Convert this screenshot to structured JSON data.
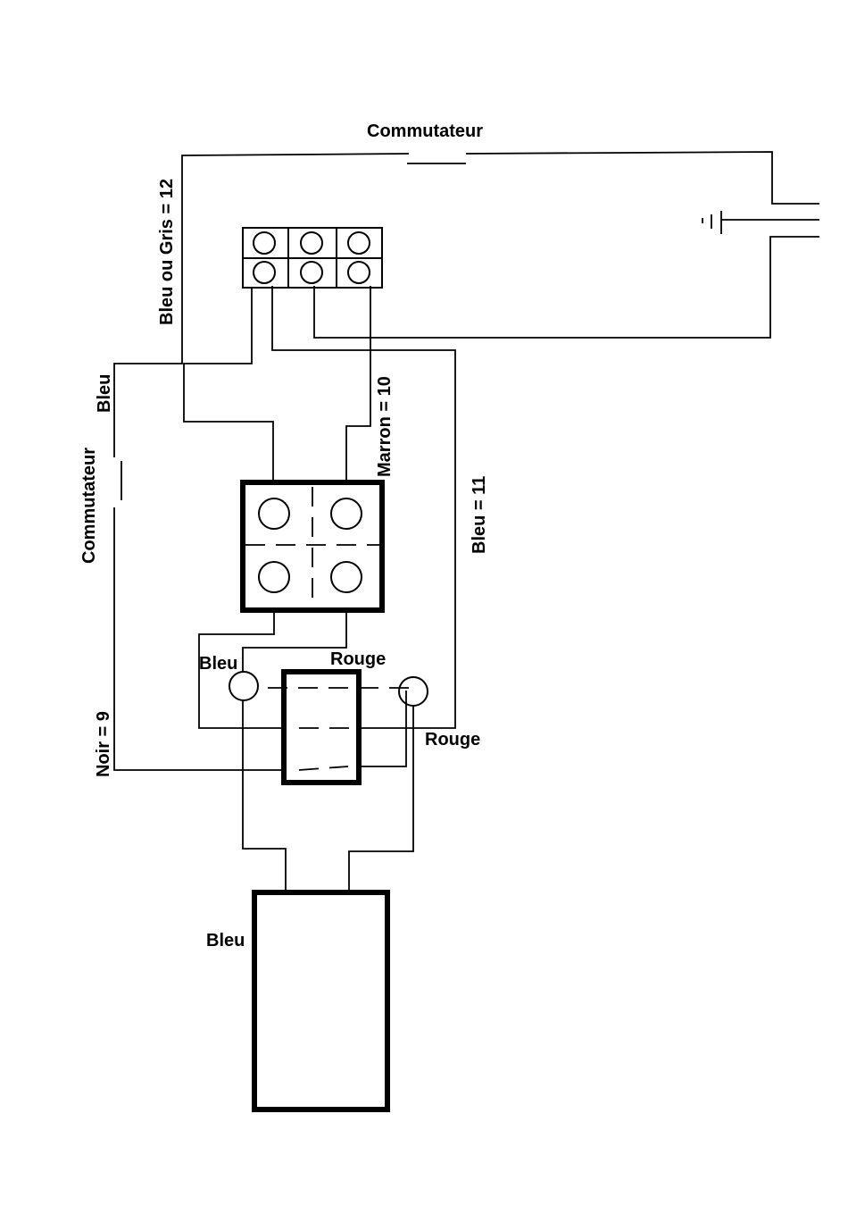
{
  "labels": {
    "switch_top": "Commutateur",
    "switch_left": "Commutateur",
    "blue_grey_12": "Bleu ou Gris = 12",
    "blue_left": "Bleu",
    "brown_10": "Marron = 10",
    "blue_11": "Bleu = 11",
    "blue_mid": "Bleu",
    "red_top": "Rouge",
    "red_right": "Rouge",
    "black_9": "Noir = 9",
    "blue_bottom": "Bleu"
  }
}
